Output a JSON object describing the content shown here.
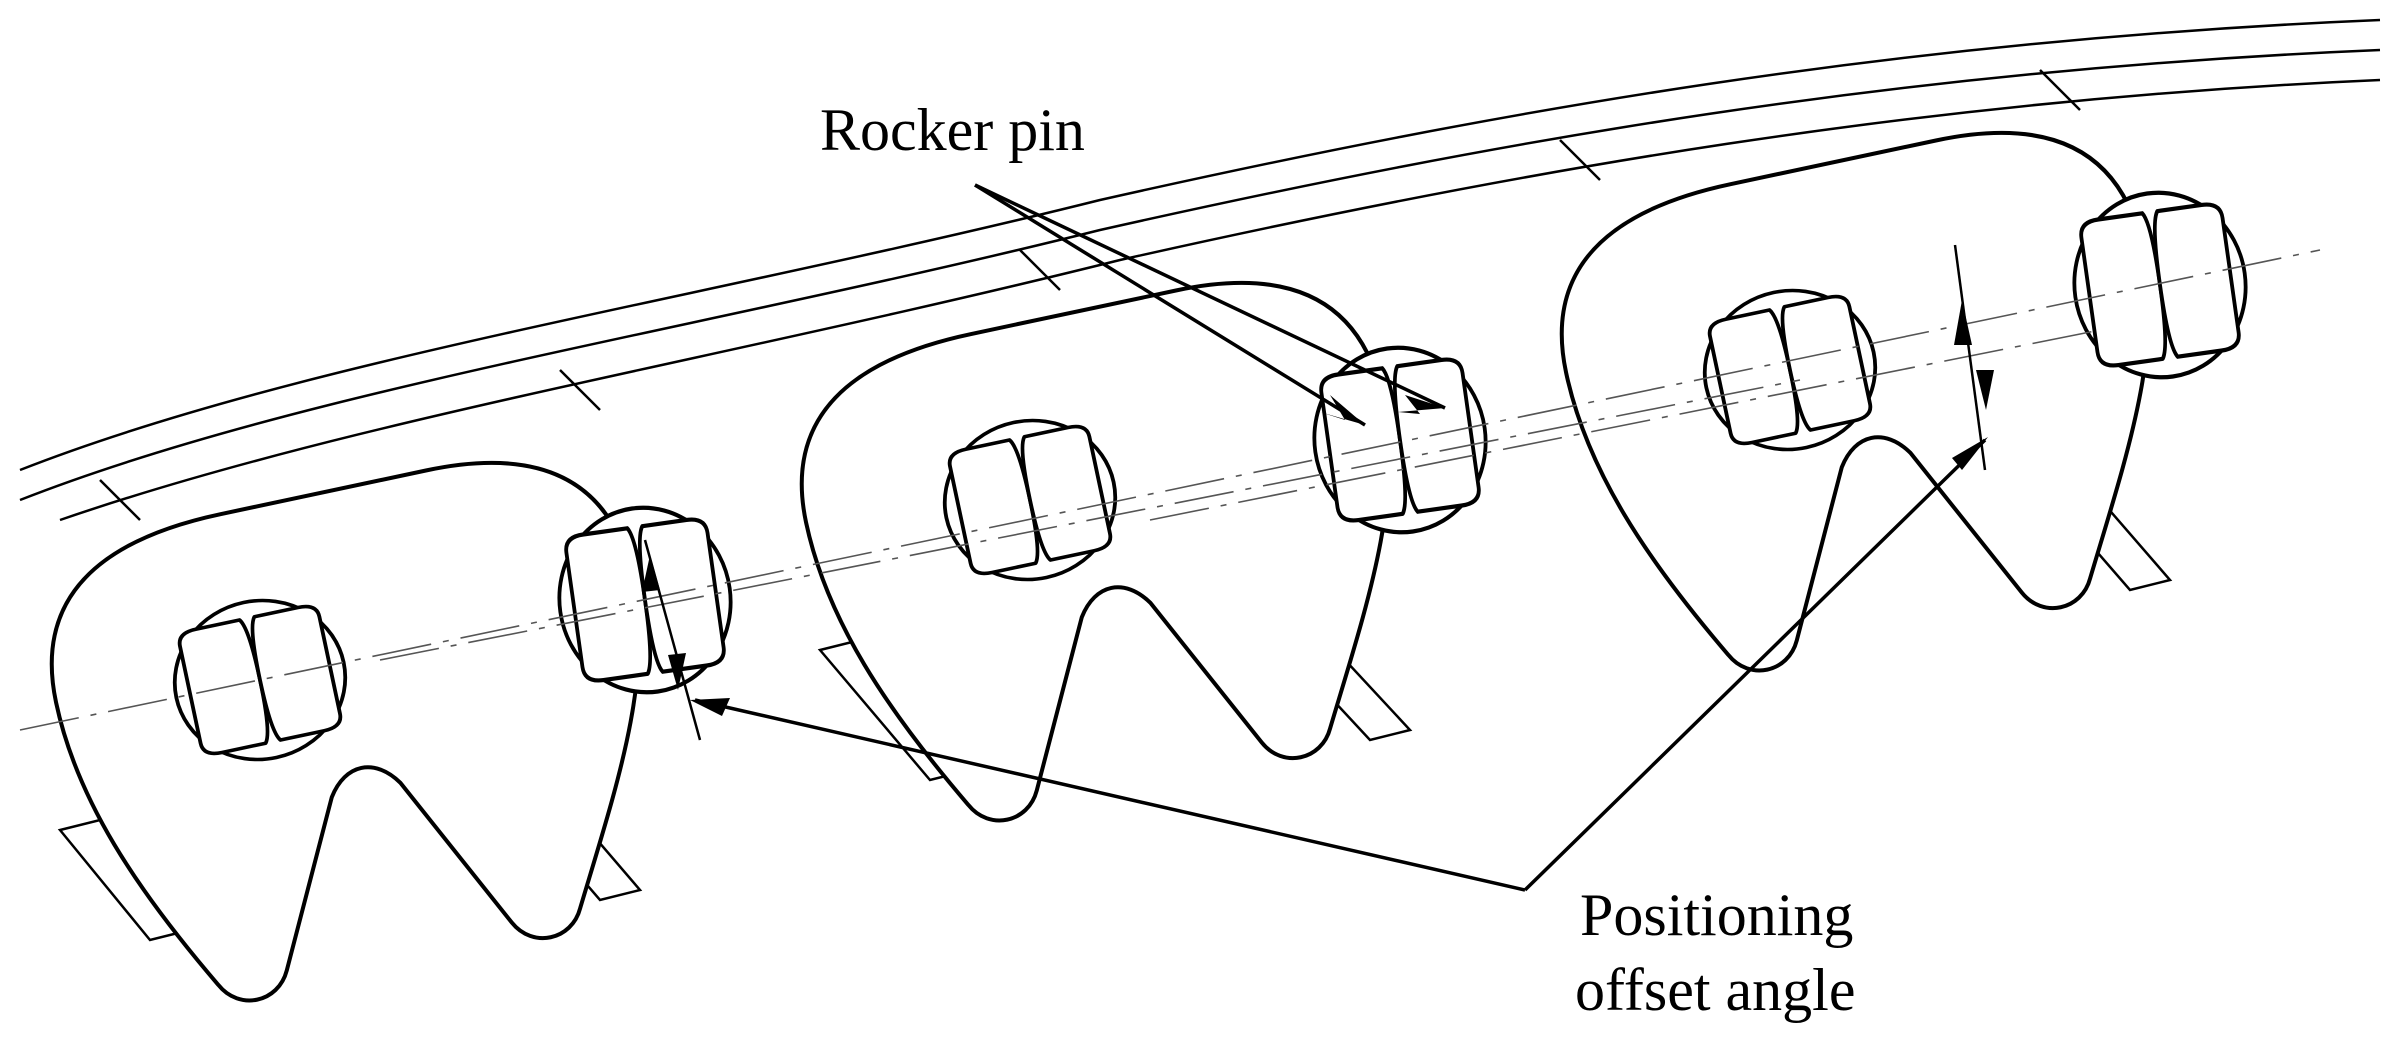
{
  "figure": {
    "labels": {
      "rocker_pin": "Rocker pin",
      "positioning_offset_angle_line1": "Positioning",
      "positioning_offset_angle_line2": "offset angle"
    }
  }
}
